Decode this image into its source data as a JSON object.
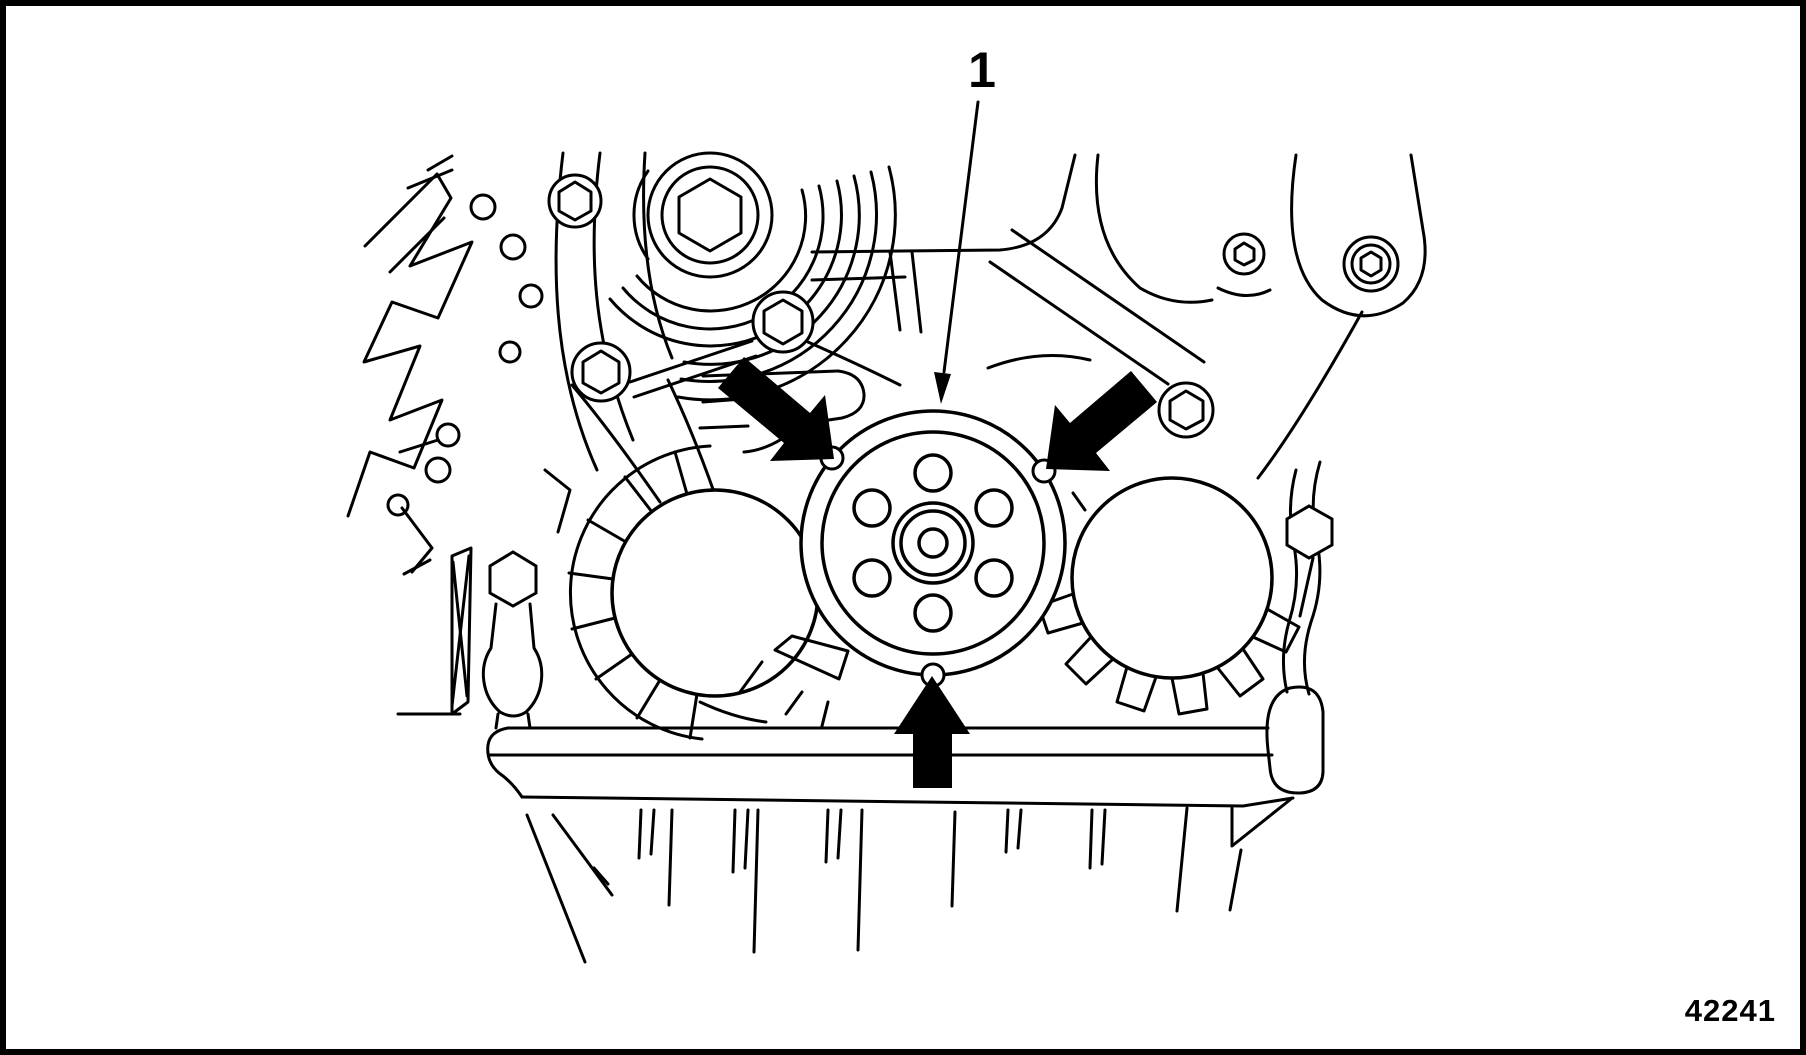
{
  "figure": {
    "callout_label": "1",
    "figure_number": "42241",
    "callout_target": "pulley",
    "arrow_markers": [
      "upper-left-bolt-arrow",
      "upper-right-bolt-arrow",
      "bottom-bolt-arrow"
    ]
  },
  "colors": {
    "line": "#000000",
    "background": "#ffffff",
    "arrow_fill": "#000000"
  }
}
